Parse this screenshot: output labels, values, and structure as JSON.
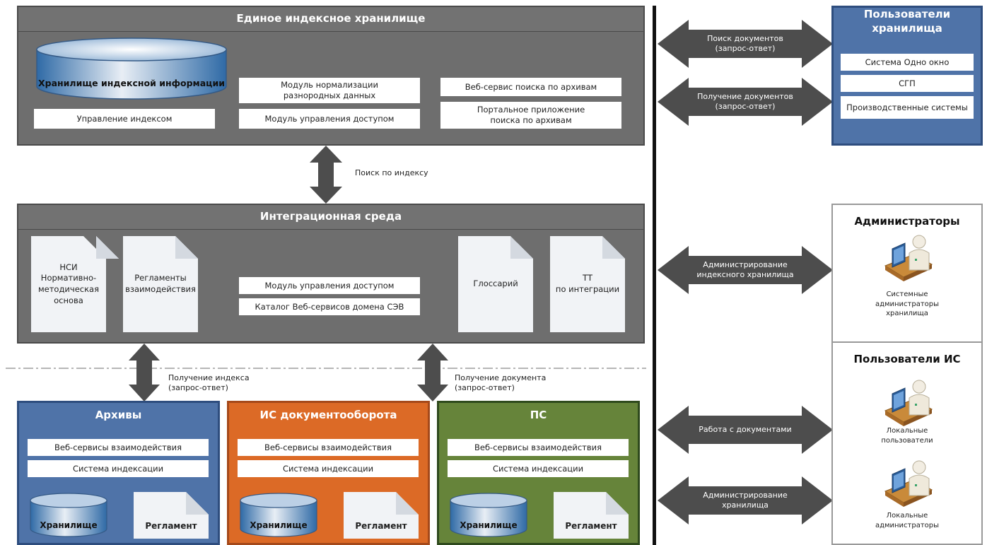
{
  "top_panel": {
    "title": "Единое индексное хранилище",
    "cylinder_label": "Хранилище индексной информации",
    "index_mgmt": "Управление индексом",
    "norm_module": "Модуль нормализации\nразнородных данных",
    "access_module": "Модуль  управления доступом",
    "web_search": "Веб-сервис поиска по архивам",
    "portal_app": "Портальное приложение\nпоиска по архивам"
  },
  "vertical_arrow_top": {
    "label": "Поиск по индексу"
  },
  "integration_panel": {
    "title": "Интеграционная среда",
    "doc_nsi": "НСИ\nНормативно-\nметодическая\nоснова",
    "doc_reglament": "Регламенты\nвзаимодействия",
    "access_module": "Модуль управления доступом",
    "catalog": "Каталог Веб-сервисов домена СЭВ",
    "doc_glossary": "Глоссарий",
    "doc_tt": "ТТ\nпо интеграции"
  },
  "vertical_arrow_left": {
    "label": "Получение индекса\n(запрос-ответ)"
  },
  "vertical_arrow_right": {
    "label": "Получение документа\n(запрос-ответ)"
  },
  "sources": [
    {
      "title": "Архивы",
      "color": "#4f73a8",
      "border": "#2e4d7e",
      "web_services": "Веб-сервисы взаимодействия",
      "indexing": "Система индексации",
      "storage": "Хранилище",
      "reglament": "Регламент"
    },
    {
      "title": "ИС документооборота",
      "color": "#dc6a26",
      "border": "#a5491a",
      "web_services": "Веб-сервисы взаимодействия",
      "indexing": "Система индексации",
      "storage": "Хранилище",
      "reglament": "Регламент"
    },
    {
      "title": "ПС",
      "color": "#66843a",
      "border": "#2f4a1d",
      "web_services": "Веб-сервисы взаимодействия",
      "indexing": "Система индексации",
      "storage": "Хранилище",
      "reglament": "Регламент"
    }
  ],
  "h_arrows": [
    "Поиск документов\n(запрос-ответ)",
    "Получение документов\n(запрос-ответ)",
    "Администрирование\nиндексного хранилища",
    "Работа с документами",
    "Администрирование\nхранилища"
  ],
  "storage_users": {
    "title": "Пользователи\nхранилища",
    "items": [
      "Система Одно окно",
      "СГП",
      "Производственные системы"
    ]
  },
  "admins": {
    "title": "Администраторы",
    "caption": "Системные\nадминистраторы\nхранилища"
  },
  "is_users": {
    "title": "Пользователи ИС",
    "caption_users": "Локальные\nпользователи",
    "caption_admins": "Локальные\nадминистраторы"
  },
  "colors": {
    "panel_gray": "#6e6e6e",
    "arrow_gray": "#4d4d4d",
    "storage_users_blue": "#4f73a8"
  }
}
